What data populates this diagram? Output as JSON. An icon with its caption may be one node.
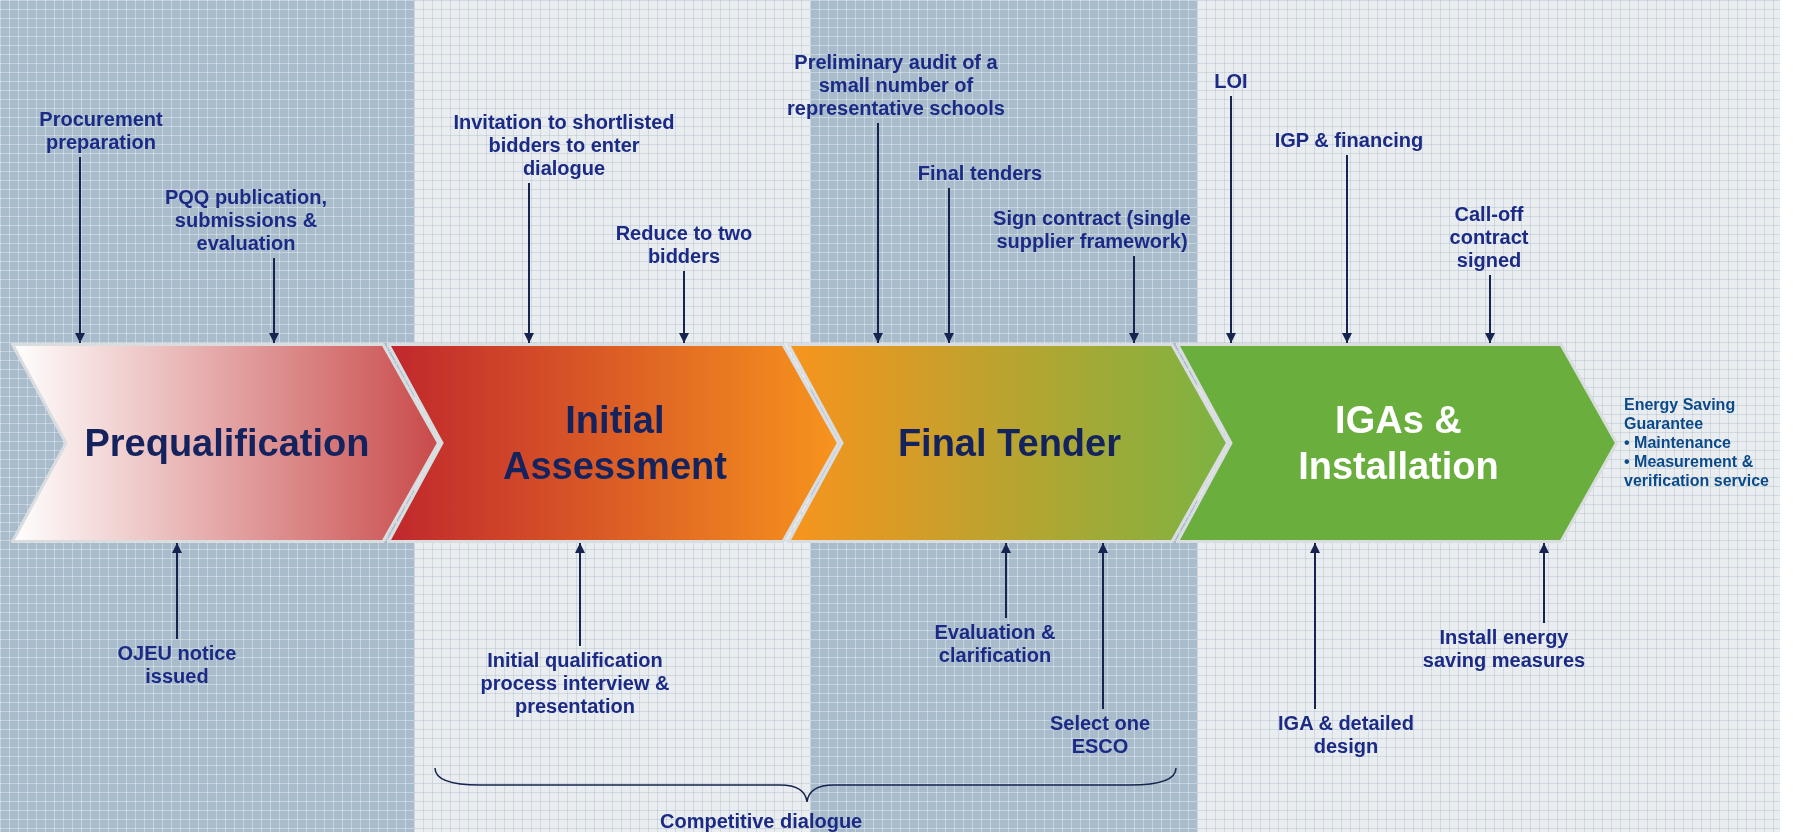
{
  "diagram": {
    "nodes": [
      {
        "text": [
          "Prequalification"
        ]
      },
      {
        "text": [
          "Initial Assessment"
        ]
      },
      {
        "text": [
          "Final Tender"
        ]
      },
      {
        "text": [
          "IGAs & Installation"
        ],
        "beside": [
          "Energy Saving Guarantee",
          "• Maintenance",
          "• Measurement & verification service"
        ]
      },
      {
        "text": [
          "Procurement preparation"
        ]
      },
      {
        "text": [
          "PQQ publication, submissions & evaluation"
        ]
      },
      {
        "text": [
          "OJEU notice issued"
        ]
      },
      {
        "text": [
          "Invitation to shortlisted bidders to enter dialogue"
        ]
      },
      {
        "text": [
          "Reduce to two bidders"
        ]
      },
      {
        "text": [
          "Initial qualification process interview & presentation"
        ]
      },
      {
        "text": [
          "Preliminary audit of a small number of representative schools"
        ]
      },
      {
        "text": [
          "Final tenders"
        ]
      },
      {
        "text": [
          "Sign contract (single supplier framework)"
        ]
      },
      {
        "text": [
          "Evaluation & clarification"
        ]
      },
      {
        "text": [
          "Select one ESCO"
        ]
      },
      {
        "text": [
          "LOI"
        ]
      },
      {
        "text": [
          "IGP & financing"
        ]
      },
      {
        "text": [
          "Call-off contract signed"
        ]
      },
      {
        "text": [
          "IGA & detailed design"
        ]
      },
      {
        "text": [
          "Install energy saving measures"
        ]
      }
    ],
    "edges": [
      {
        "from": 4,
        "to": 0,
        "arrow": "to"
      },
      {
        "from": 5,
        "to": 0,
        "arrow": "to"
      },
      {
        "from": 6,
        "to": 0,
        "arrow": "to"
      },
      {
        "from": 7,
        "to": 1,
        "arrow": "to"
      },
      {
        "from": 8,
        "to": 1,
        "arrow": "to"
      },
      {
        "from": 9,
        "to": 1,
        "arrow": "to"
      },
      {
        "from": 10,
        "to": 2,
        "arrow": "to"
      },
      {
        "from": 11,
        "to": 2,
        "arrow": "to"
      },
      {
        "from": 12,
        "to": 2,
        "arrow": "to"
      },
      {
        "from": 13,
        "to": 2,
        "arrow": "to"
      },
      {
        "from": 14,
        "to": 2,
        "arrow": "to"
      },
      {
        "from": 15,
        "to": 3,
        "arrow": "to"
      },
      {
        "from": 16,
        "to": 3,
        "arrow": "to"
      },
      {
        "from": 17,
        "to": 3,
        "arrow": "to"
      },
      {
        "from": 18,
        "to": 3,
        "arrow": "to"
      },
      {
        "from": 19,
        "to": 3,
        "arrow": "to"
      }
    ],
    "labels": [
      "Competitive dialogue"
    ]
  }
}
